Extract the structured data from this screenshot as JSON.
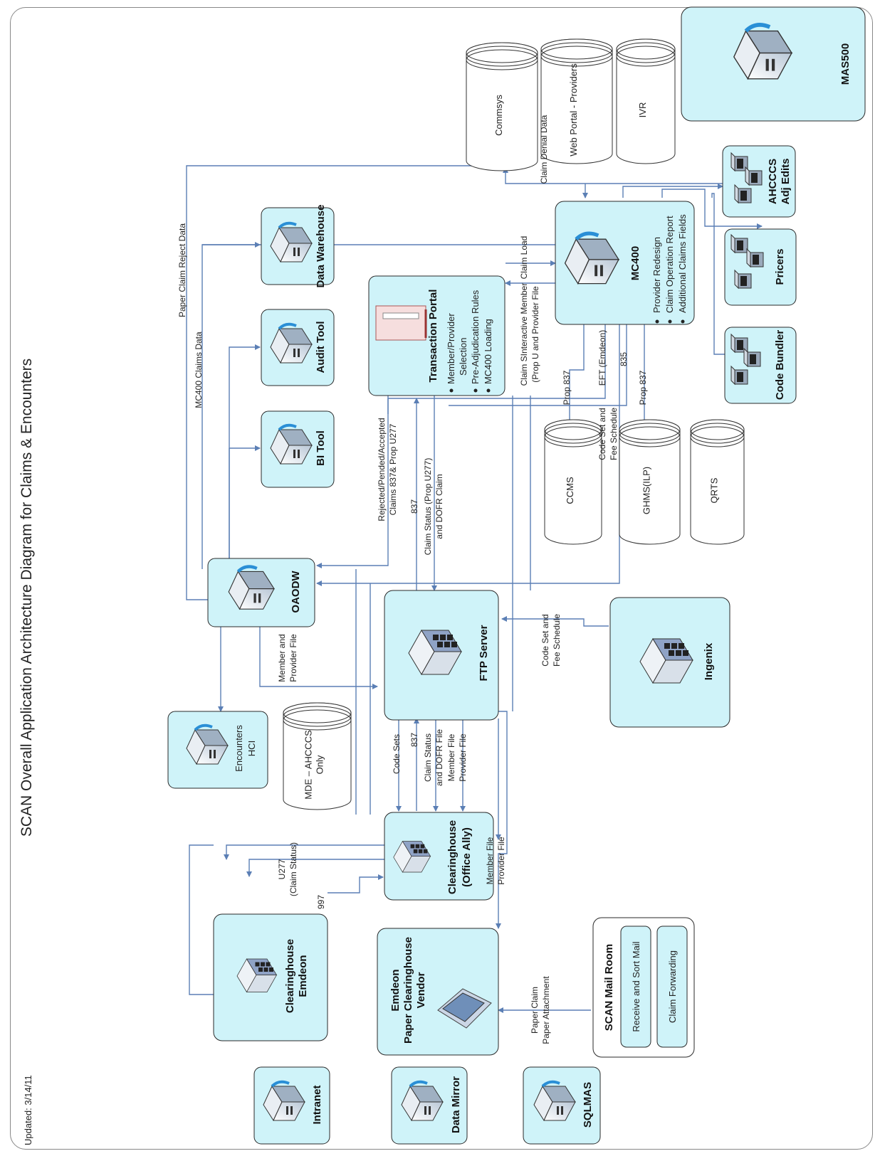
{
  "title": "SCAN Overall Application Architecture Diagram for Claims & Encounters",
  "updated": "Updated: 3/14/11",
  "colors": {
    "box_fill": "#cff3f9",
    "box_stroke": "#2a2a2a",
    "line": "#5b7fb5",
    "cyl_fill": "#ffffff"
  },
  "nodes": {
    "mas500": "MAS500",
    "ahcccs_adj_edits": [
      "AHCCCS",
      "Adj Edits"
    ],
    "mc400": "MC400",
    "mc400_bullets": [
      "Provider Redesign",
      "Claim Operation Report",
      "Additional Claims Fields"
    ],
    "pricers": "Pricers",
    "code_bundler": "Code Bundler",
    "data_warehouse": "Data Warehouse",
    "audit_tool": "Audit Tool",
    "bi_tool": "BI Tool",
    "transaction_portal": "Transaction Portal",
    "transaction_portal_bullets": [
      "Member/Provider",
      "Selection",
      "Pre-Adjudication Rules",
      "MC400 Loading"
    ],
    "oaodw": "OAODW",
    "ftp_server": "FTP Server",
    "ingenix": "Ingenix",
    "encounters_hci": [
      "Encounters",
      "HCI"
    ],
    "clearinghouse_office_ally": [
      "Clearinghouse",
      "(Office Ally)"
    ],
    "clearinghouse_emdeon": [
      "Clearinghouse",
      "Emdeon"
    ],
    "emdeon_paper": [
      "Emdeon",
      "Paper Clearinghouse",
      "Vendor"
    ],
    "scan_mail_room": "SCAN Mail Room",
    "mail_room_items": [
      "Receive and Sort Mail",
      "Claim Forwarding"
    ],
    "intranet": "Intranet",
    "data_mirror": "Data Mirror",
    "sqlmas": "SQLMAS"
  },
  "databases": {
    "commsys": "Commsys",
    "web_portal": "Web Portal - Providers",
    "ivr": "IVR",
    "ccms": "CCMS",
    "ghms": "GHMS(ILP)",
    "qrts": "QRTS",
    "mde": [
      "MDE – AHCCCS",
      "Only"
    ]
  },
  "connections": {
    "paper_claim_reject": "Paper Claim Reject Data",
    "mc400_claims_data": "MC400 Claims Data",
    "claim_denial": "Claim Denial Data",
    "claim_load": "Claim Load",
    "claim_interactive": [
      "Claim SInteractive Member",
      "(Prop U  and Provider File"
    ],
    "prop837_a": "Prop 837",
    "eft": "EFT (Emdeon)",
    "code_835": "835",
    "prop837_b": "Prop 837",
    "code_set_fee_1": [
      "Code Set and",
      "Fee Schedule"
    ],
    "rejected_pended": [
      "Rejected/Pended/Accepted",
      "Claims 837& Prop U277"
    ],
    "c837_a": "837",
    "claim_status_dofr": [
      "Claim Status (Prop U277)",
      "and DOFR Claim"
    ],
    "code_set_fee_2": [
      "Code Set and",
      "Fee Schedule"
    ],
    "member_provider_file": [
      "Member and",
      "Provider File"
    ],
    "code_sets": "Code Sets",
    "c837_b": "837",
    "claim_status_dofr_file": [
      "Claim Status",
      "and DOFR File"
    ],
    "member_file_a": "Member File",
    "provider_file_a": "Provider File",
    "member_file_b": "Member File",
    "provider_file_b": "Provider File",
    "u277": [
      "U277",
      "(Claim Status)"
    ],
    "c997": "997",
    "paper_claim": [
      "Paper Claim",
      "Paper Attachment"
    ]
  }
}
